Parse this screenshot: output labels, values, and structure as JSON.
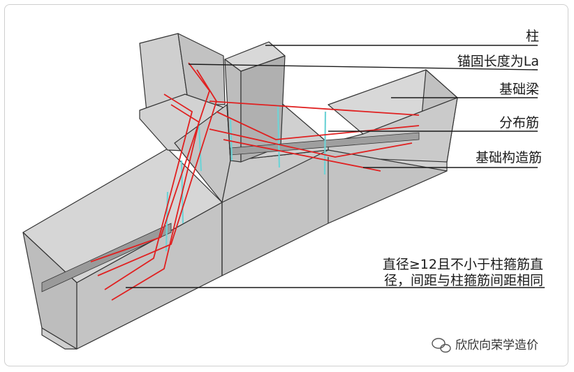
{
  "labels": {
    "column": "柱",
    "anchorage": "锚固长度为La",
    "foundation_beam": "基础梁",
    "distribution_bar": "分布筋",
    "foundation_construction_bar": "基础构造筋"
  },
  "note": {
    "line1": "直径≥12且不小于柱箍筋直",
    "line2": "径，间距与柱箍筋间距相同"
  },
  "watermark": {
    "text": "欣欣向荣学造价"
  },
  "colors": {
    "concrete": "#c9c9c9",
    "concrete_light": "#dcdcdc",
    "edge": "#333333",
    "rebar": "#e02020",
    "stirrup": "#6fd3d6"
  }
}
